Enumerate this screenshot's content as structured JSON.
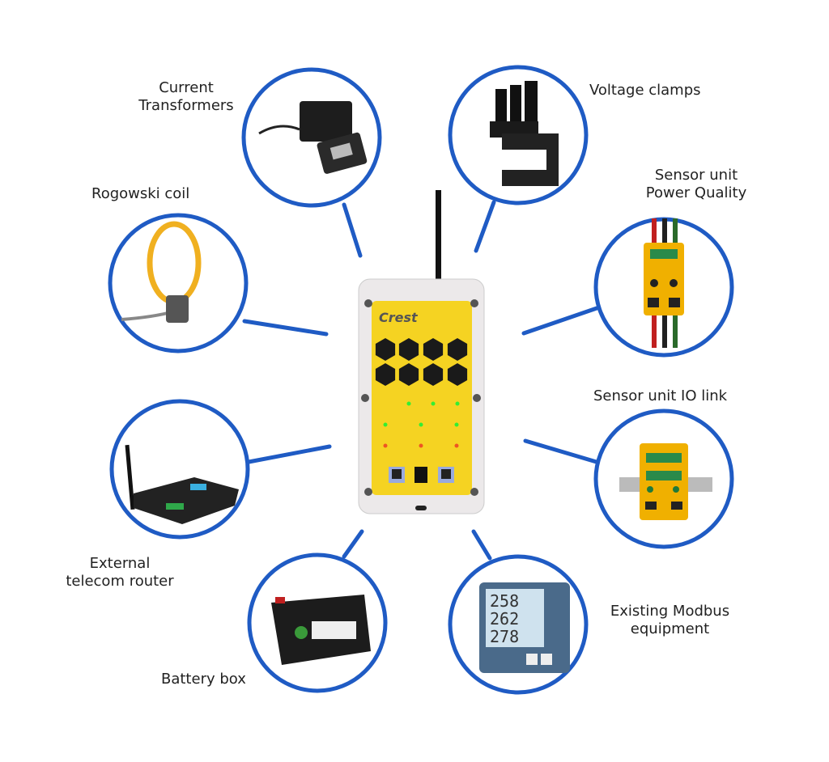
{
  "accent_color": "#1f5bc4",
  "device": {
    "logo": "Crest",
    "color": "#f5d322"
  },
  "components": [
    {
      "id": "current-transformers",
      "label_line1": "Current",
      "label_line2": "Transformers"
    },
    {
      "id": "voltage-clamps",
      "label_line1": "Voltage clamps"
    },
    {
      "id": "rogowski-coil",
      "label_line1": "Rogowski coil"
    },
    {
      "id": "sensor-unit-power-quality",
      "label_line1": "Sensor unit",
      "label_line2": "Power Quality"
    },
    {
      "id": "external-telecom-router",
      "label_line1": "External",
      "label_line2": "telecom router"
    },
    {
      "id": "sensor-unit-io-link",
      "label_line1": "Sensor unit IO link"
    },
    {
      "id": "battery-box",
      "label_line1": "Battery box"
    },
    {
      "id": "existing-modbus-equipment",
      "label_line1": "Existing Modbus",
      "label_line2": "equipment"
    }
  ],
  "modbus_display": [
    "258",
    "262",
    "278"
  ]
}
